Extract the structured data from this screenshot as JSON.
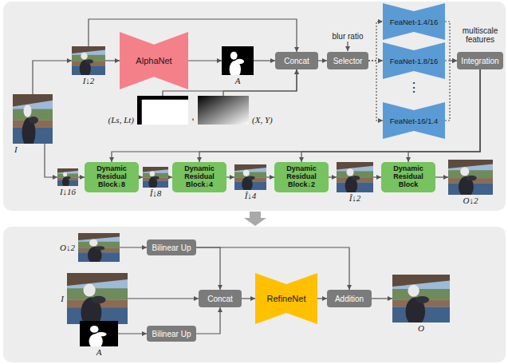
{
  "diagram": {
    "nodes": [
      {
        "text": [
          "I↓2"
        ]
      },
      {
        "text": [
          "AlphaNet"
        ]
      },
      {
        "text": [
          "A"
        ]
      },
      {
        "text": [
          "Concat"
        ]
      },
      {
        "text": [
          "Selector"
        ]
      },
      {
        "text": [
          "FeaNet-1.4/16"
        ]
      },
      {
        "text": [
          "FeaNet-1.8/16"
        ]
      },
      {
        "text": [
          "FeaNet-16/1.4"
        ]
      },
      {
        "text": [
          "Integration"
        ]
      },
      {
        "text": [
          "(Ls, Lt)"
        ]
      },
      {
        "text": [
          "(X, Y)"
        ]
      },
      {
        "text": [
          "I"
        ]
      },
      {
        "text": [
          "I↓16"
        ]
      },
      {
        "text": [
          "Dynamic Residual Block↓8"
        ]
      },
      {
        "text": [
          "Î↓8"
        ]
      },
      {
        "text": [
          "Dynamic Residual Block↓4"
        ]
      },
      {
        "text": [
          "Î↓4"
        ]
      },
      {
        "text": [
          "Dynamic Residual Block↓2"
        ]
      },
      {
        "text": [
          "Î↓2"
        ]
      },
      {
        "text": [
          "Dynamic Residual Block"
        ]
      },
      {
        "text": [
          "O↓2"
        ]
      },
      {
        "text": [
          "O↓2"
        ]
      },
      {
        "text": [
          "Bilinear Up"
        ]
      },
      {
        "text": [
          "I"
        ]
      },
      {
        "text": [
          "Concat"
        ]
      },
      {
        "text": [
          "RefineNet"
        ]
      },
      {
        "text": [
          "Addition"
        ]
      },
      {
        "text": [
          "O"
        ]
      },
      {
        "text": [
          "A"
        ]
      },
      {
        "text": [
          "Bilinear Up"
        ]
      }
    ],
    "edges": [
      {
        "from": 11,
        "to": 0,
        "arrow": "to"
      },
      {
        "from": 0,
        "to": 1,
        "arrow": "to"
      },
      {
        "from": 1,
        "to": 2,
        "arrow": "to"
      },
      {
        "from": 2,
        "to": 3,
        "arrow": "to"
      },
      {
        "from": 0,
        "to": 3,
        "arrow": "to"
      },
      {
        "from": 9,
        "to": 3,
        "arrow": "to"
      },
      {
        "from": 10,
        "to": 3,
        "arrow": "to"
      },
      {
        "from": 3,
        "to": 4,
        "arrow": "to"
      },
      {
        "from": 4,
        "to": 5,
        "arrow": "to"
      },
      {
        "from": 4,
        "to": 6,
        "arrow": "to"
      },
      {
        "from": 4,
        "to": 7,
        "arrow": "to"
      },
      {
        "from": 5,
        "to": 8,
        "arrow": "to"
      },
      {
        "from": 6,
        "to": 8,
        "arrow": "to"
      },
      {
        "from": 7,
        "to": 8,
        "arrow": "to"
      },
      {
        "from": 11,
        "to": 12,
        "arrow": "to"
      },
      {
        "from": 12,
        "to": 13,
        "arrow": "to"
      },
      {
        "from": 13,
        "to": 14,
        "arrow": "to"
      },
      {
        "from": 14,
        "to": 15,
        "arrow": "to"
      },
      {
        "from": 15,
        "to": 16,
        "arrow": "to"
      },
      {
        "from": 16,
        "to": 17,
        "arrow": "to"
      },
      {
        "from": 17,
        "to": 18,
        "arrow": "to"
      },
      {
        "from": 18,
        "to": 19,
        "arrow": "to"
      },
      {
        "from": 19,
        "to": 20,
        "arrow": "to"
      },
      {
        "from": 8,
        "to": 13,
        "arrow": "to"
      },
      {
        "from": 8,
        "to": 15,
        "arrow": "to"
      },
      {
        "from": 8,
        "to": 17,
        "arrow": "to"
      },
      {
        "from": 8,
        "to": 19,
        "arrow": "to"
      },
      {
        "from": 21,
        "to": 22,
        "arrow": "to"
      },
      {
        "from": 22,
        "to": 24,
        "arrow": "to"
      },
      {
        "from": 22,
        "to": 26,
        "arrow": "to"
      },
      {
        "from": 23,
        "to": 24,
        "arrow": "to"
      },
      {
        "from": 28,
        "to": 29,
        "arrow": "to"
      },
      {
        "from": 29,
        "to": 24,
        "arrow": "to"
      },
      {
        "from": 24,
        "to": 25,
        "arrow": "to"
      },
      {
        "from": 25,
        "to": 26,
        "arrow": "to"
      },
      {
        "from": 26,
        "to": 27,
        "arrow": "to"
      }
    ],
    "labels": [
      "blur ratio",
      "⋮",
      "multiscale features",
      ","
    ]
  }
}
